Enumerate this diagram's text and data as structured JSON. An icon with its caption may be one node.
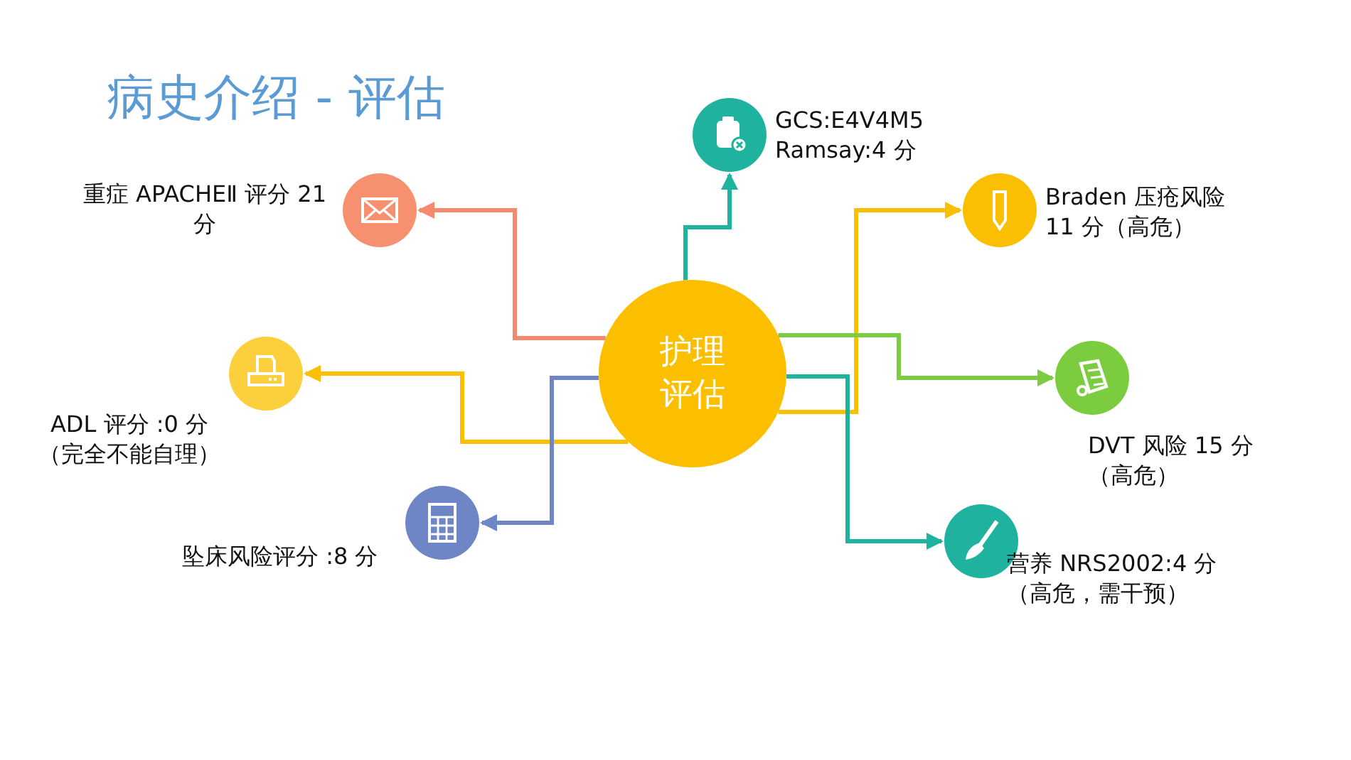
{
  "diagram": {
    "title": "病史介绍 - 评估",
    "nodes": [
      {
        "text": [
          "护理评估"
        ]
      },
      {
        "text": [],
        "shape": "circle",
        "beside": [
          "GCS:E4V4M5 Ramsay:4 分"
        ]
      },
      {
        "text": [],
        "shape": "circle",
        "beside": [
          "重症 APACHEⅡ 评分 21 分"
        ]
      },
      {
        "text": [],
        "shape": "circle",
        "beside": [
          "Braden 压疮风险 11 分（高危）"
        ]
      },
      {
        "text": [],
        "shape": "circle",
        "beside": [
          "ADL 评分 :0 分（完全不能自理）"
        ]
      },
      {
        "text": [],
        "shape": "circle",
        "beside": [
          "DVT 风险 15 分（高危）"
        ]
      },
      {
        "text": [],
        "shape": "circle",
        "beside": [
          "坠床风险评分 :8 分"
        ]
      },
      {
        "text": [],
        "shape": "circle",
        "beside": [
          "营养 NRS2002:4 分（高危，需干预）"
        ]
      }
    ],
    "edges": [
      {
        "from": 0,
        "to": 1,
        "arrow": "to",
        "color": "#1fb39f"
      },
      {
        "from": 0,
        "to": 2,
        "arrow": "to",
        "color": "#f4896b"
      },
      {
        "from": 0,
        "to": 3,
        "arrow": "to",
        "color": "#f9bf00"
      },
      {
        "from": 0,
        "to": 4,
        "arrow": "to",
        "color": "#f9bf00"
      },
      {
        "from": 0,
        "to": 5,
        "arrow": "to",
        "color": "#7ccc3f"
      },
      {
        "from": 0,
        "to": 6,
        "arrow": "to",
        "color": "#6f86c6"
      },
      {
        "from": 0,
        "to": 7,
        "arrow": "to",
        "color": "#1fb39f"
      }
    ]
  }
}
